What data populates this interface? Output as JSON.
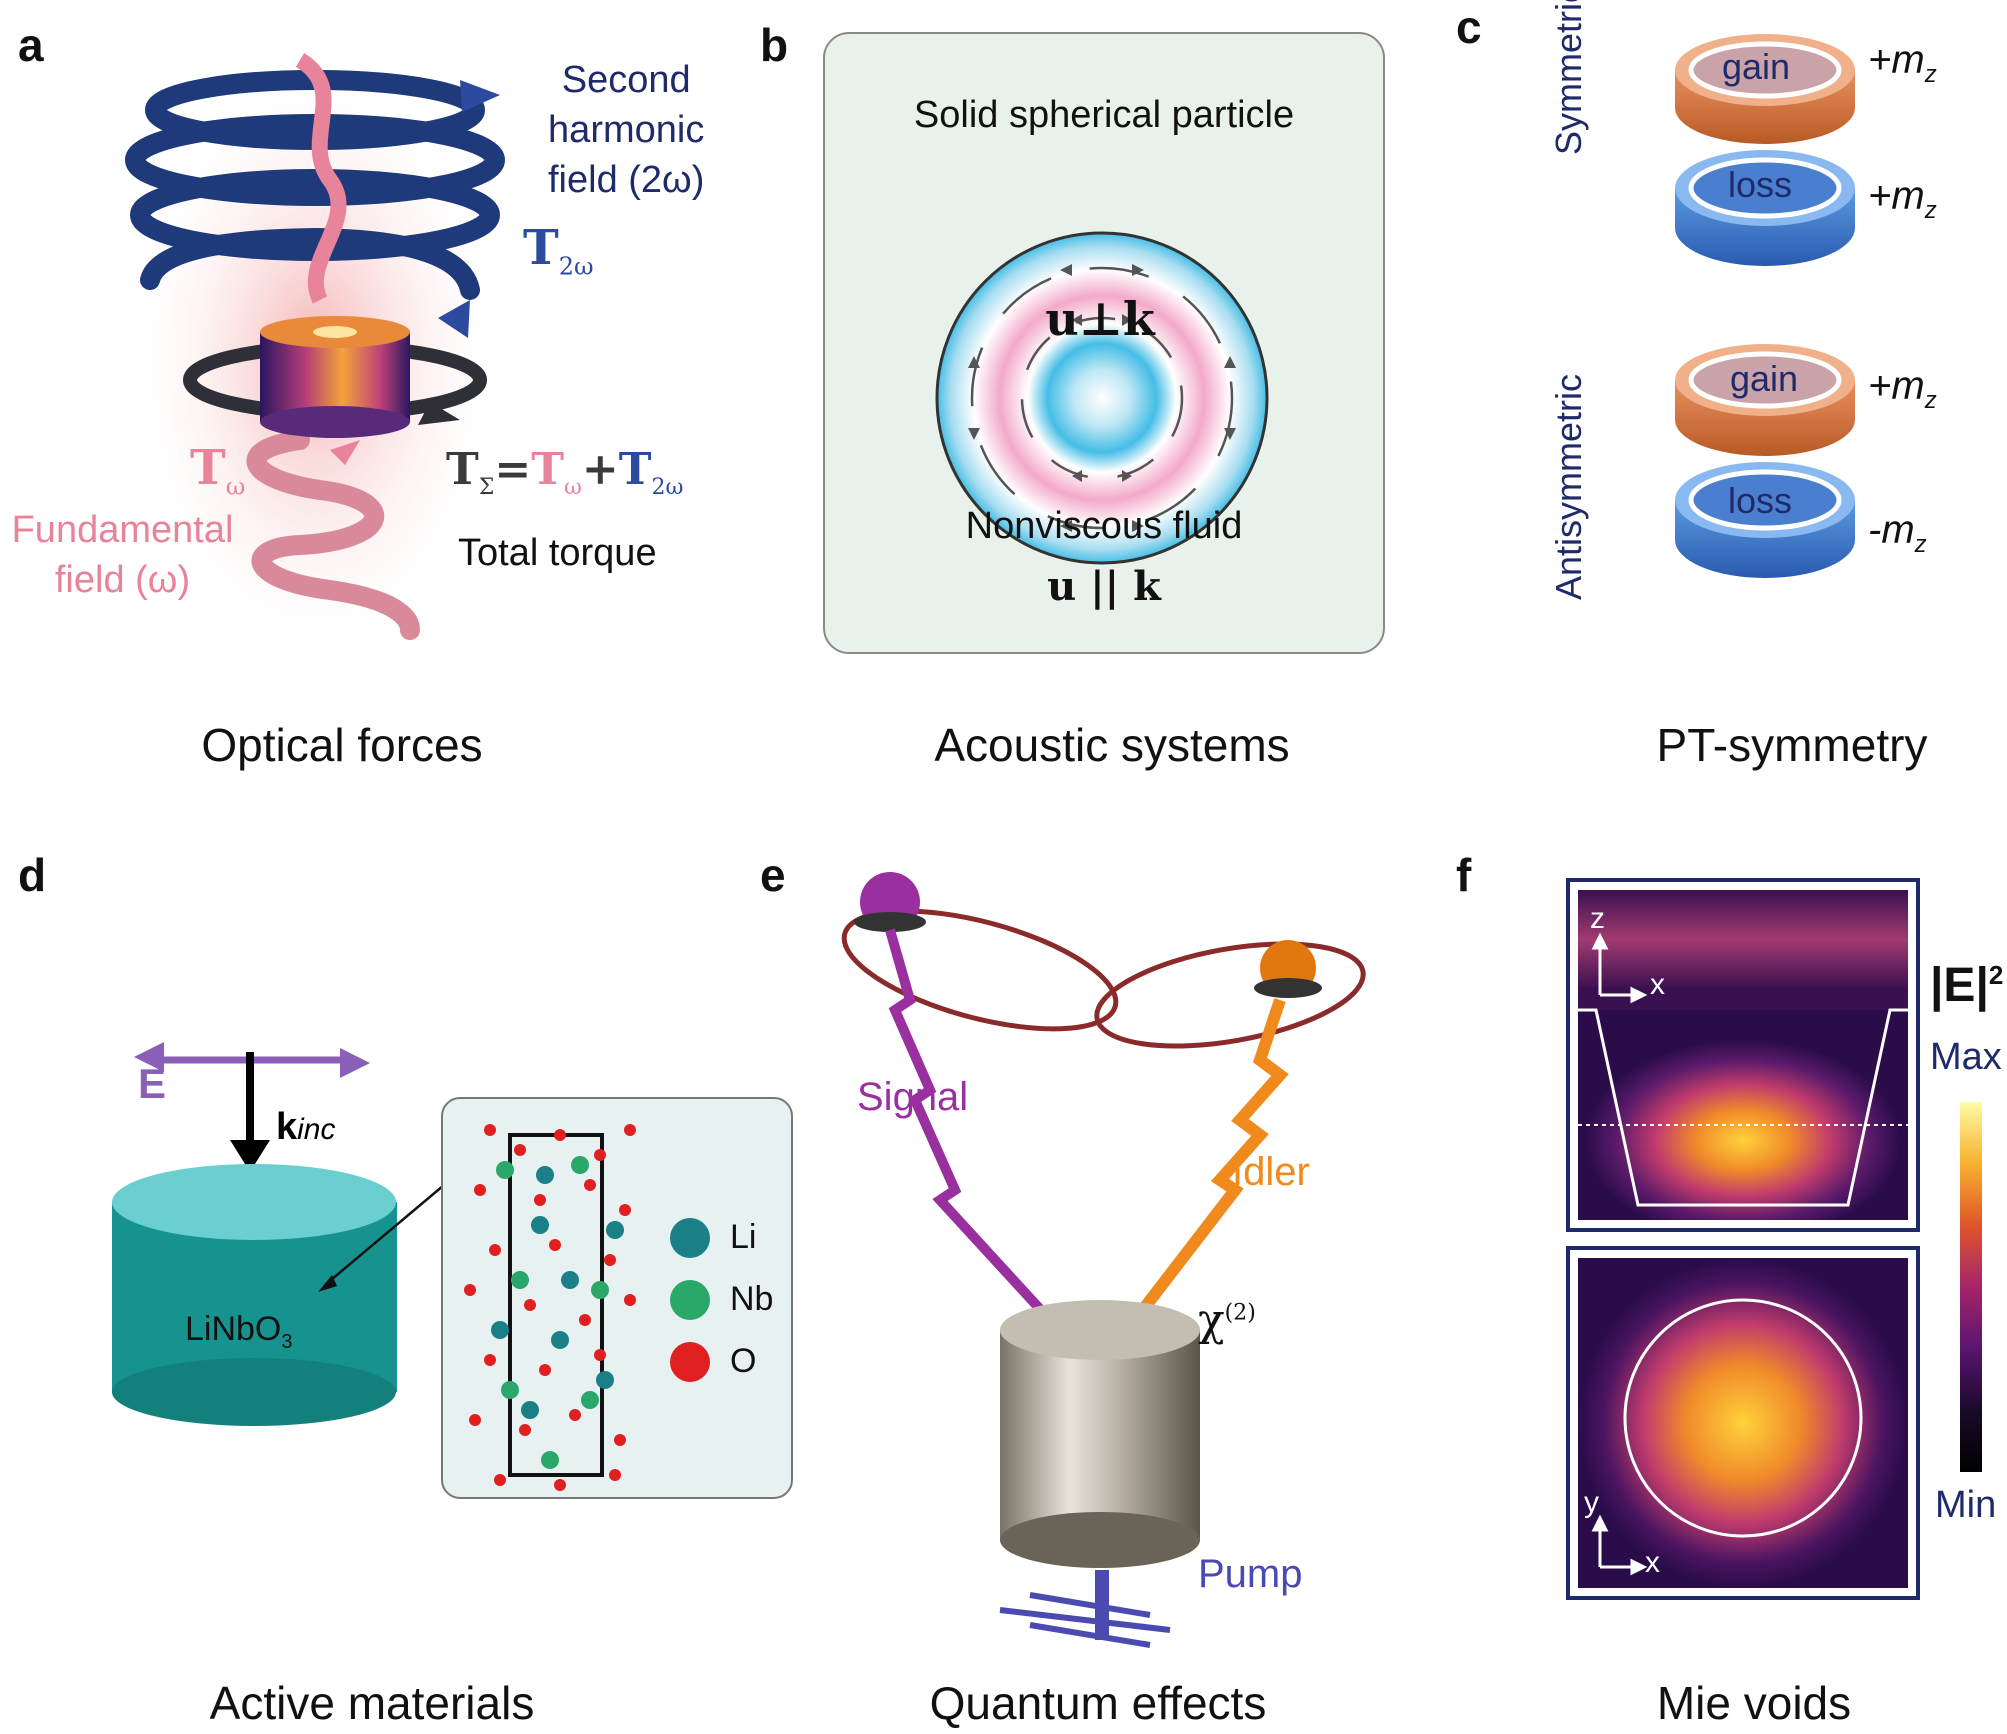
{
  "panels": {
    "a": {
      "letter": "a",
      "caption": "Optical forces",
      "second_harmonic_line1": "Second",
      "second_harmonic_line2": "harmonic",
      "second_harmonic_line3": "field (2ω)",
      "t2w_main": "T",
      "t2w_sub": "2ω",
      "tw_main": "T",
      "tw_sub": "ω",
      "fundamental_line1": "Fundamental",
      "fundamental_line2": "field (ω)",
      "total_T": "T",
      "total_sub_sigma": "Σ",
      "total_eq": "=",
      "total_Tw": "T",
      "total_Tw_sub": "ω",
      "total_plus": "+",
      "total_T2w": "T",
      "total_T2w_sub": "2ω",
      "total_torque": "Total torque",
      "colors": {
        "navy": "#1f3a7a",
        "pink": "#e8849a",
        "dark": "#2a2a3a"
      }
    },
    "b": {
      "letter": "b",
      "caption": "Acoustic systems",
      "title": "Solid spherical particle",
      "center_label": "u⊥k",
      "fluid_label": "Nonviscous fluid",
      "fluid_relation": "u || k",
      "colors": {
        "box": "#e9f2ea",
        "cyan": "#45bde6",
        "pink": "#f3a9c9"
      }
    },
    "c": {
      "letter": "c",
      "caption": "PT-symmetry",
      "symmetric_label": "Symmetric",
      "antisymmetric_label": "Antisymmetric",
      "gain_label": "gain",
      "loss_label": "loss",
      "sym_gain_m": "+m",
      "sym_loss_m": "+m",
      "anti_gain_m": "+m",
      "anti_loss_m": "-m",
      "m_sub": "z",
      "colors": {
        "gain": "#d9773f",
        "loss": "#3a7fd4",
        "text": "#1f2a6a"
      }
    },
    "d": {
      "letter": "d",
      "caption": "Active materials",
      "e_label": "E",
      "k_label": "k",
      "k_sub": "inc",
      "material": "LiNbO",
      "material_sub": "3",
      "legend": [
        {
          "label": "Li",
          "color": "#1a7f86"
        },
        {
          "label": "Nb",
          "color": "#2aa86a"
        },
        {
          "label": "O",
          "color": "#e02020"
        }
      ],
      "colors": {
        "cylinder": "#17938f",
        "cylinder_top": "#6ccfcf",
        "arrow_e": "#8a5fb8"
      }
    },
    "e": {
      "letter": "e",
      "caption": "Quantum effects",
      "signal": "Signal",
      "idler": "Idler",
      "pump": "Pump",
      "chi": "χ",
      "chi_sup": "(2)",
      "colors": {
        "signal": "#9a2fa0",
        "idler": "#f08a1c",
        "pump": "#4a4ab0"
      }
    },
    "f": {
      "letter": "f",
      "caption": "Mie voids",
      "axis_z": "z",
      "axis_x_top": "x",
      "axis_y": "y",
      "axis_x_bottom": "x",
      "colorbar_title": "|E|",
      "colorbar_sup": "2",
      "max": "Max",
      "min": "Min",
      "colors": {
        "frame": "#1f2a6a",
        "text": "#1f2a6a"
      }
    }
  }
}
